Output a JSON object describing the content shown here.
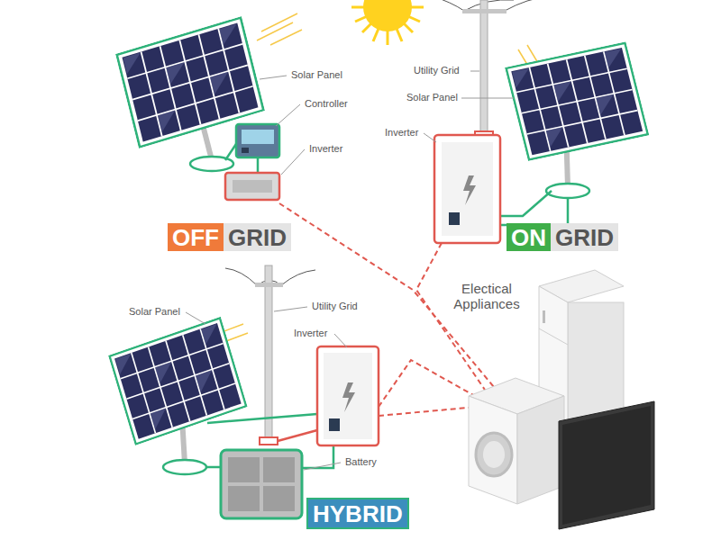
{
  "diagram": {
    "nodes": [
      {
        "text": [
          "OFF",
          "GRID"
        ]
      },
      {
        "text": [
          "ON",
          "GRID"
        ]
      },
      {
        "text": [
          "HYBRID"
        ]
      }
    ],
    "labels": [
      "Solar Panel",
      "Controller",
      "Inverter",
      "Utility Grid",
      "Solar Panel",
      "Inverter",
      "Electical Appliances",
      "Solar Panel",
      "Utility Grid",
      "Inverter",
      "Battery"
    ]
  }
}
